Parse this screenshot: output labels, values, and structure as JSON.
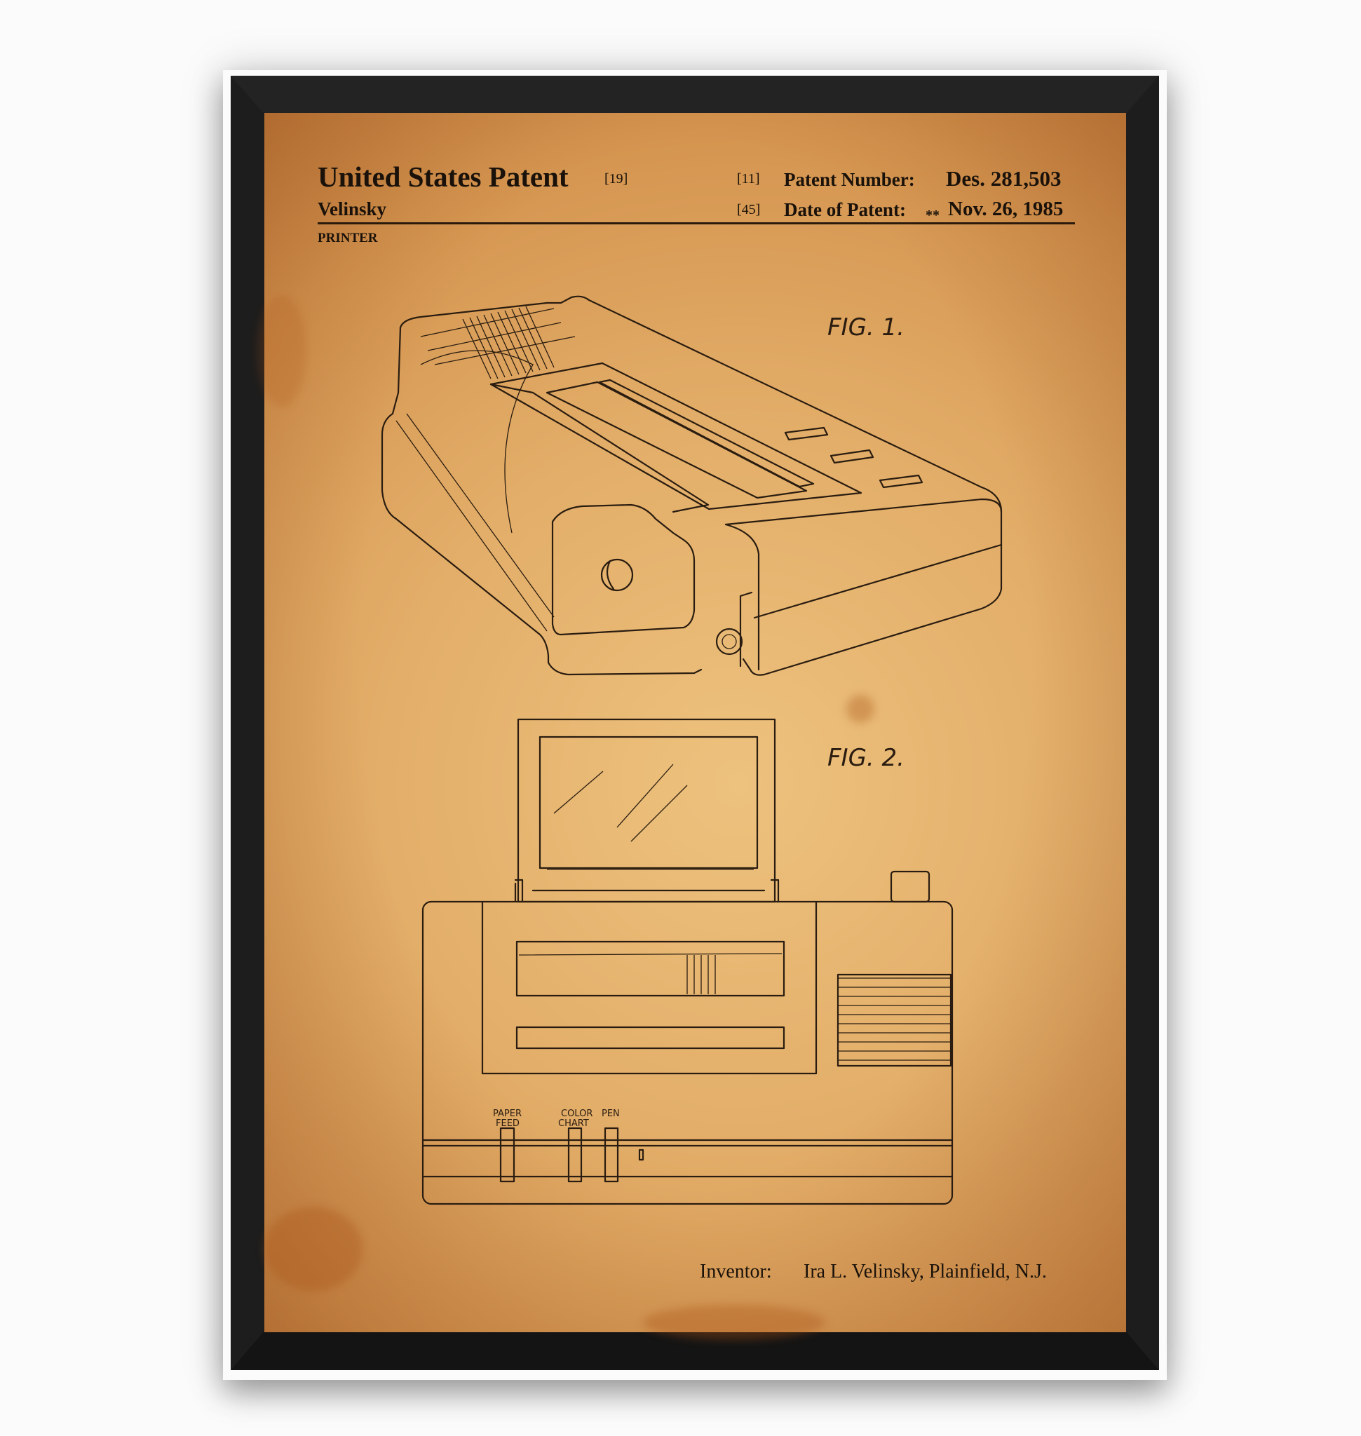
{
  "header": {
    "title": "United States Patent",
    "title_code": "[19]",
    "inventor_surname": "Velinsky",
    "subject": "PRINTER",
    "patent_number_code": "[11]",
    "patent_number_label": "Patent Number:",
    "patent_number": "Des. 281,503",
    "date_code": "[45]",
    "date_label": "Date of Patent:",
    "date_marker": "**",
    "date": "Nov. 26, 1985"
  },
  "figures": {
    "fig1_label": "FIG. 1.",
    "fig2_label": "FIG. 2.",
    "button_labels": {
      "paper_feed_1": "PAPER",
      "paper_feed_2": "FEED",
      "color_chart_1": "COLOR",
      "color_chart_2": "CHART",
      "pen": "PEN"
    }
  },
  "footer": {
    "inventor_label": "Inventor:",
    "inventor": "Ira L. Velinsky, Plainfield, N.J."
  },
  "colors": {
    "frame": "#1d1d1d",
    "paper": "#e2ad68",
    "ink": "#1a120a"
  }
}
